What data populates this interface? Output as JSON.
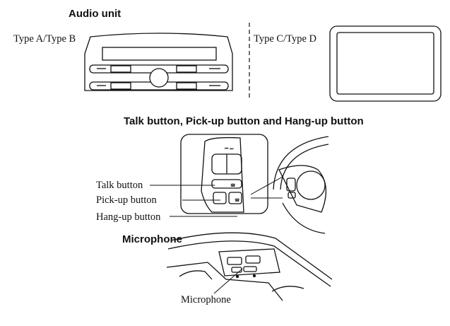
{
  "headings": {
    "audio_unit": "Audio unit",
    "talk_pickup_hangup": "Talk button, Pick-up button and Hang-up button",
    "microphone": "Microphone"
  },
  "labels": {
    "type_ab": "Type A/Type B",
    "type_cd": "Type C/Type D",
    "talk_button": "Talk button",
    "pickup_button": "Pick-up button",
    "hangup_button": "Hang-up button",
    "microphone": "Microphone"
  },
  "icons": [
    "audio-unit-type-ab-illustration",
    "audio-unit-type-cd-illustration",
    "steering-wheel-switch-illustration",
    "overhead-console-microphone-illustration"
  ]
}
